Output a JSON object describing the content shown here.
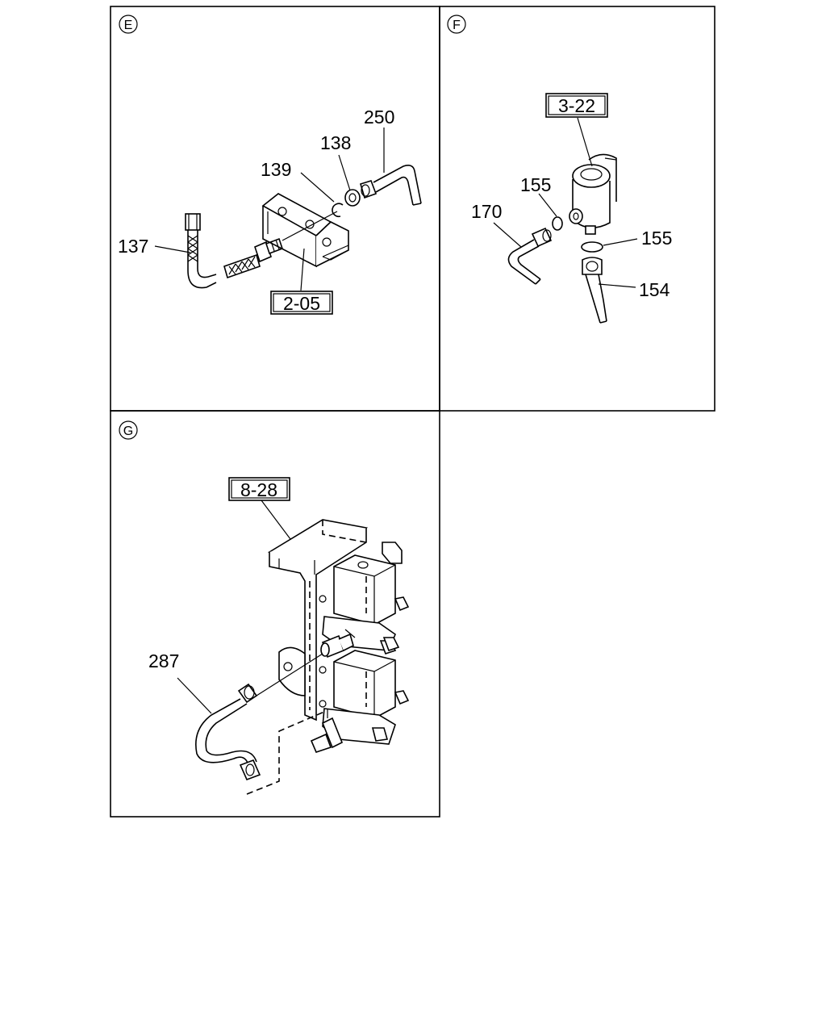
{
  "panels": {
    "E": {
      "letter": "E",
      "callouts": {
        "c137": "137",
        "c139": "139",
        "c138": "138",
        "c250": "250"
      },
      "ref_boxes": {
        "r205": "2-05"
      }
    },
    "F": {
      "letter": "F",
      "callouts": {
        "c155a": "155",
        "c170": "170",
        "c155b": "155",
        "c154": "154"
      },
      "ref_boxes": {
        "r322": "3-22"
      }
    },
    "G": {
      "letter": "G",
      "callouts": {
        "c287": "287"
      },
      "ref_boxes": {
        "r828": "8-28"
      }
    }
  }
}
